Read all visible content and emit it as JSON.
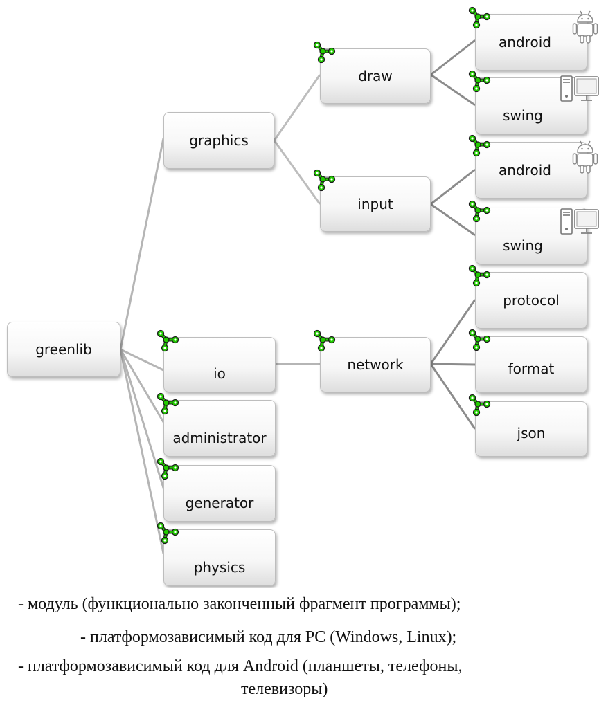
{
  "diagram": {
    "nodes": {
      "greenlib": "greenlib",
      "graphics": "graphics",
      "draw": "draw",
      "input": "input",
      "draw_android": "android",
      "draw_swing": "swing",
      "input_android": "android",
      "input_swing": "swing",
      "io": "io",
      "network": "network",
      "protocol": "protocol",
      "format": "format",
      "json": "json",
      "administrator": "administrator",
      "generator": "generator",
      "physics": "physics"
    },
    "icons": {
      "module": "module-icon",
      "pc": "pc-icon",
      "android": "android-icon"
    },
    "colors": {
      "module_icon": "#22cc00",
      "edge": "#a8a8a8"
    }
  },
  "legend": {
    "module": "- модуль (функционально законченный фрагмент программы);",
    "pc": "- платформозависимый код для PC (Windows, Linux);",
    "android_line1": "- платформозависимый код для Android (планшеты, телефоны,",
    "android_line2": "телевизоры)"
  }
}
